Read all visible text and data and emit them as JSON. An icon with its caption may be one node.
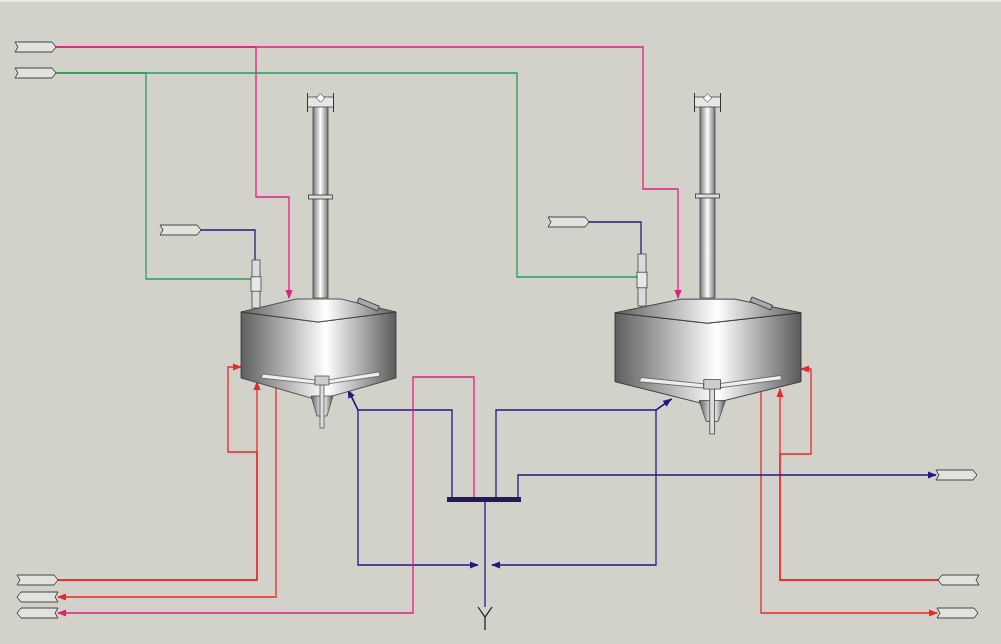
{
  "diagram": {
    "nodes": [
      {
        "text": [],
        "shape": "box"
      },
      {
        "text": [],
        "shape": "box"
      },
      {
        "text": [],
        "shape": "box"
      },
      {
        "text": [],
        "shape": "box"
      },
      {
        "text": [],
        "shape": "picture"
      },
      {
        "text": [],
        "shape": "picture"
      },
      {
        "text": [],
        "shape": "bar"
      },
      {
        "text": [],
        "shape": "box"
      },
      {
        "text": [],
        "shape": "box"
      },
      {
        "text": [],
        "shape": "box"
      },
      {
        "text": [],
        "shape": "box"
      },
      {
        "text": [],
        "shape": "box"
      },
      {
        "text": [],
        "shape": "box"
      },
      {
        "text": [],
        "shape": "fork"
      }
    ],
    "edges": [
      {
        "from": 0,
        "to": 4,
        "arrow": "to",
        "color": "#e0207f"
      },
      {
        "from": 0,
        "to": 5,
        "arrow": "to",
        "color": "#e0207f"
      },
      {
        "from": 1,
        "to": 4,
        "arrow": "to",
        "color": "#22a055"
      },
      {
        "from": 1,
        "to": 5,
        "arrow": "to",
        "color": "#22a055"
      },
      {
        "from": 2,
        "to": 4,
        "arrow": "to",
        "color": "#221a80"
      },
      {
        "from": 3,
        "to": 5,
        "arrow": "to",
        "color": "#221a80"
      },
      {
        "from": 8,
        "to": 4,
        "arrow": "to",
        "color": "#e42b2b"
      },
      {
        "from": 8,
        "to": 4,
        "arrow": "to",
        "color": "#e42b2b"
      },
      {
        "from": 4,
        "to": 9,
        "arrow": "to",
        "color": "#e42b2b"
      },
      {
        "from": 11,
        "to": 5,
        "arrow": "to",
        "color": "#e42b2b"
      },
      {
        "from": 11,
        "to": 5,
        "arrow": "to",
        "color": "#e42b2b"
      },
      {
        "from": 5,
        "to": 12,
        "arrow": "to",
        "color": "#e42b2b"
      },
      {
        "from": 4,
        "to": 13,
        "arrow": "to",
        "color": "#221a80"
      },
      {
        "from": 5,
        "to": 13,
        "arrow": "to",
        "color": "#221a80"
      },
      {
        "from": 6,
        "to": 4,
        "arrow": "to",
        "color": "#221a80"
      },
      {
        "from": 6,
        "to": 5,
        "arrow": "to",
        "color": "#221a80"
      },
      {
        "from": 6,
        "to": 7,
        "arrow": "to",
        "color": "#221a80"
      },
      {
        "from": 6,
        "to": 10,
        "arrow": "to",
        "color": "#e0207f"
      },
      {
        "from": 6,
        "to": 13,
        "arrow": "none",
        "color": "#221a80"
      }
    ]
  }
}
